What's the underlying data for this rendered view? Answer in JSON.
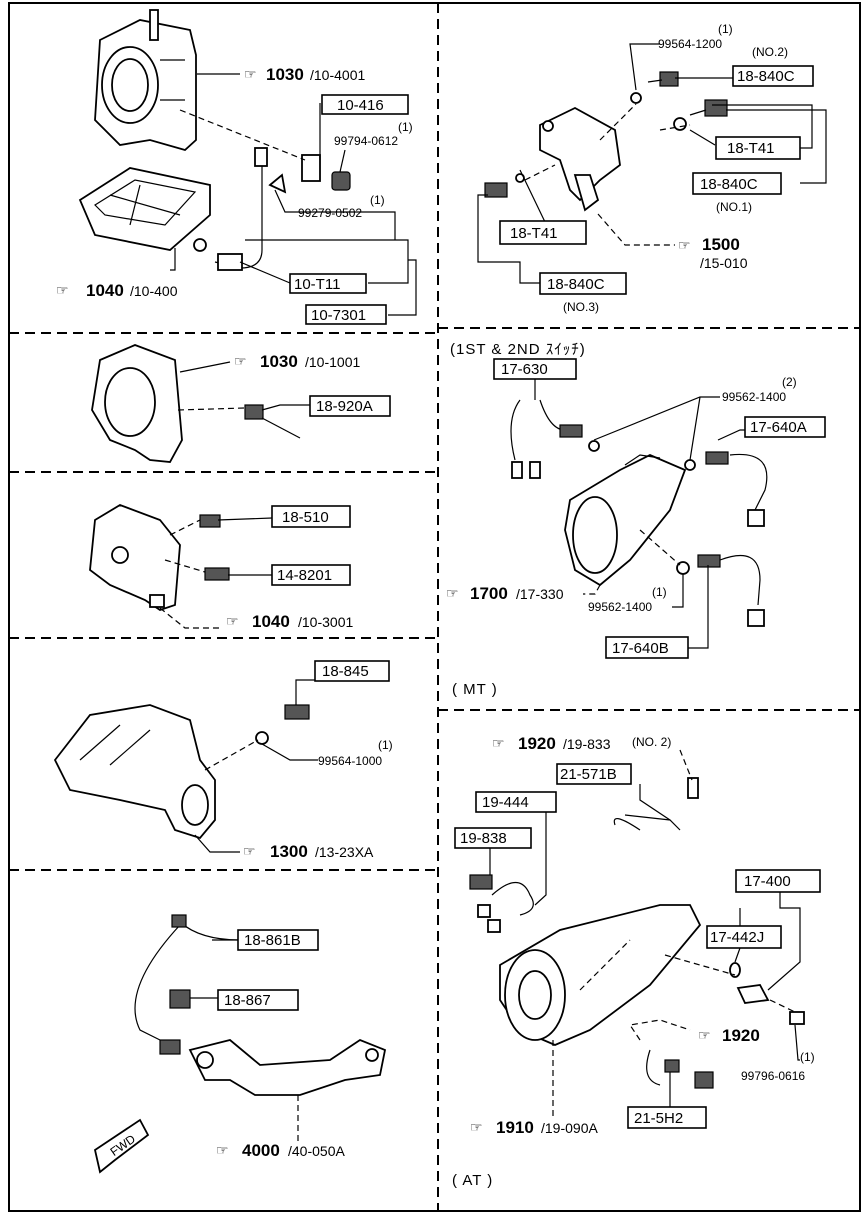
{
  "panel_1": {
    "ref_a": "1030",
    "ref_a_sub": "/10-4001",
    "box_a": "10-416",
    "bolt_qty": "(1)",
    "bolt_no": "99794-0612",
    "gasket_qty": "(1)",
    "gasket_no": "99279-0502",
    "box_b": "10-T11",
    "box_c": "10-7301",
    "ref_b": "1040",
    "ref_b_sub": "/10-400"
  },
  "panel_2": {
    "header": "(1ST & 2ND ｽｲｯﾁ)",
    "qty_top": "(1)",
    "part_top": "99564-1200",
    "no2": "(NO.2)",
    "box_a": "18-840C",
    "box_b": "18-T41",
    "box_c": "18-840C",
    "no1": "(NO.1)",
    "box_d": "18-T41",
    "box_e": "18-840C",
    "no3": "(NO.3)",
    "ref": "1500",
    "ref_sub": "/15-010"
  },
  "panel_3": {
    "ref": "1030",
    "ref_sub": "/10-1001",
    "box": "18-920A"
  },
  "panel_4": {
    "box_a": "18-510",
    "box_b": "14-8201",
    "ref": "1040",
    "ref_sub": "/10-3001"
  },
  "panel_5": {
    "box": "18-845",
    "qty": "(1)",
    "part": "99564-1000",
    "ref": "1300",
    "ref_sub": "/13-23XA"
  },
  "panel_6": {
    "box_a": "18-861B",
    "box_b": "18-867",
    "fwd": "FWD",
    "ref": "4000",
    "ref_sub": "/40-050A"
  },
  "panel_mt": {
    "box_a": "17-630",
    "qty_a": "(2)",
    "part_a": "99562-1400",
    "box_b": "17-640A",
    "ref": "1700",
    "ref_sub": "/17-330",
    "qty_b": "(1)",
    "part_b": "99562-1400",
    "box_c": "17-640B",
    "label": "( MT )"
  },
  "panel_at": {
    "ref_a": "1920",
    "ref_a_sub": "/19-833",
    "ref_a_note": "(NO. 2)",
    "box_a": "21-571B",
    "box_b": "19-444",
    "box_c": "19-838",
    "box_d": "17-400",
    "box_e": "17-442J",
    "ref_b": "1920",
    "qty": "(1)",
    "part": "99796-0616",
    "box_f": "21-5H2",
    "ref_c": "1910",
    "ref_c_sub": "/19-090A",
    "label": "( AT )"
  }
}
